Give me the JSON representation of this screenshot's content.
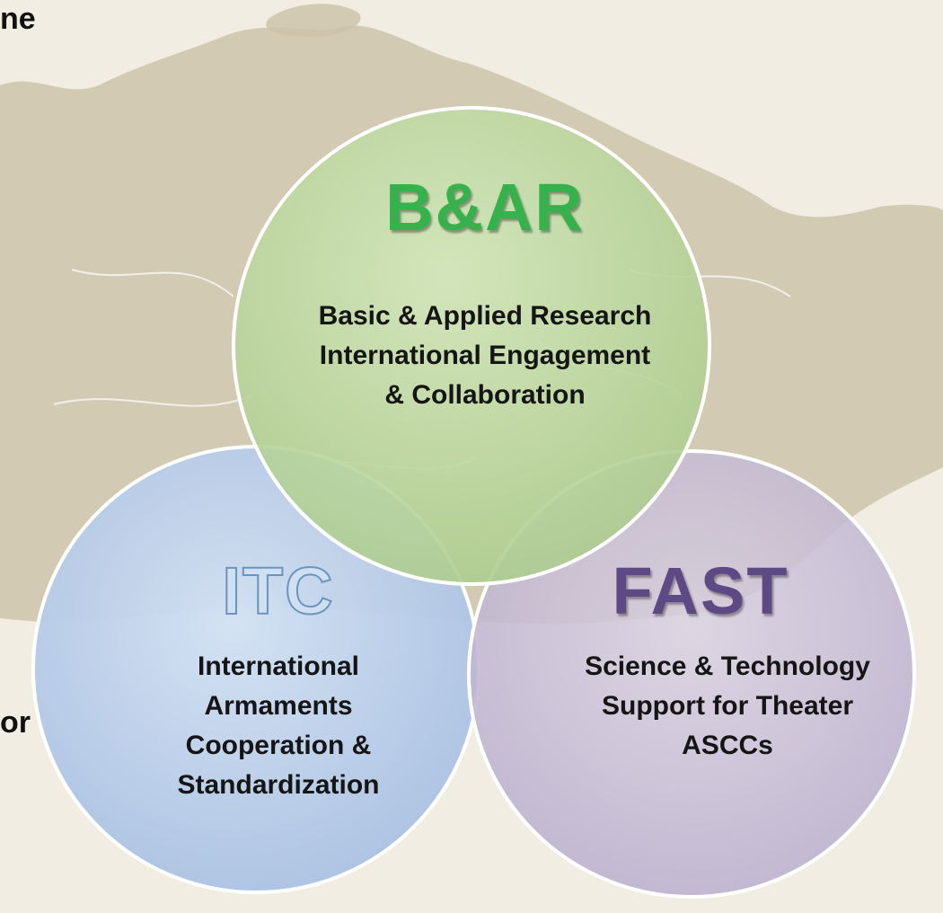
{
  "edge_text": {
    "top_fragment": "ne",
    "bottom_fragment": "or"
  },
  "circles": {
    "bar": {
      "title": "B&AR",
      "description": "Basic & Applied Research\nInternational Engagement\n& Collaboration"
    },
    "itc": {
      "title": "ITC",
      "description": "International\nArmaments\nCooperation &\nStandardization"
    },
    "fast": {
      "title": "FAST",
      "description": "Science & Technology\nSupport for Theater\nASCCs"
    }
  },
  "colors": {
    "background": "#f1ede2",
    "map_land": "#cdc3a9",
    "bar_fill": "#bcd9a0",
    "itc_fill": "#b9cde8",
    "fast_fill": "#c8bed6",
    "bar_title": "#36b24c",
    "itc_title_outline": "#6d94bf",
    "fast_title": "#5d4a85"
  }
}
